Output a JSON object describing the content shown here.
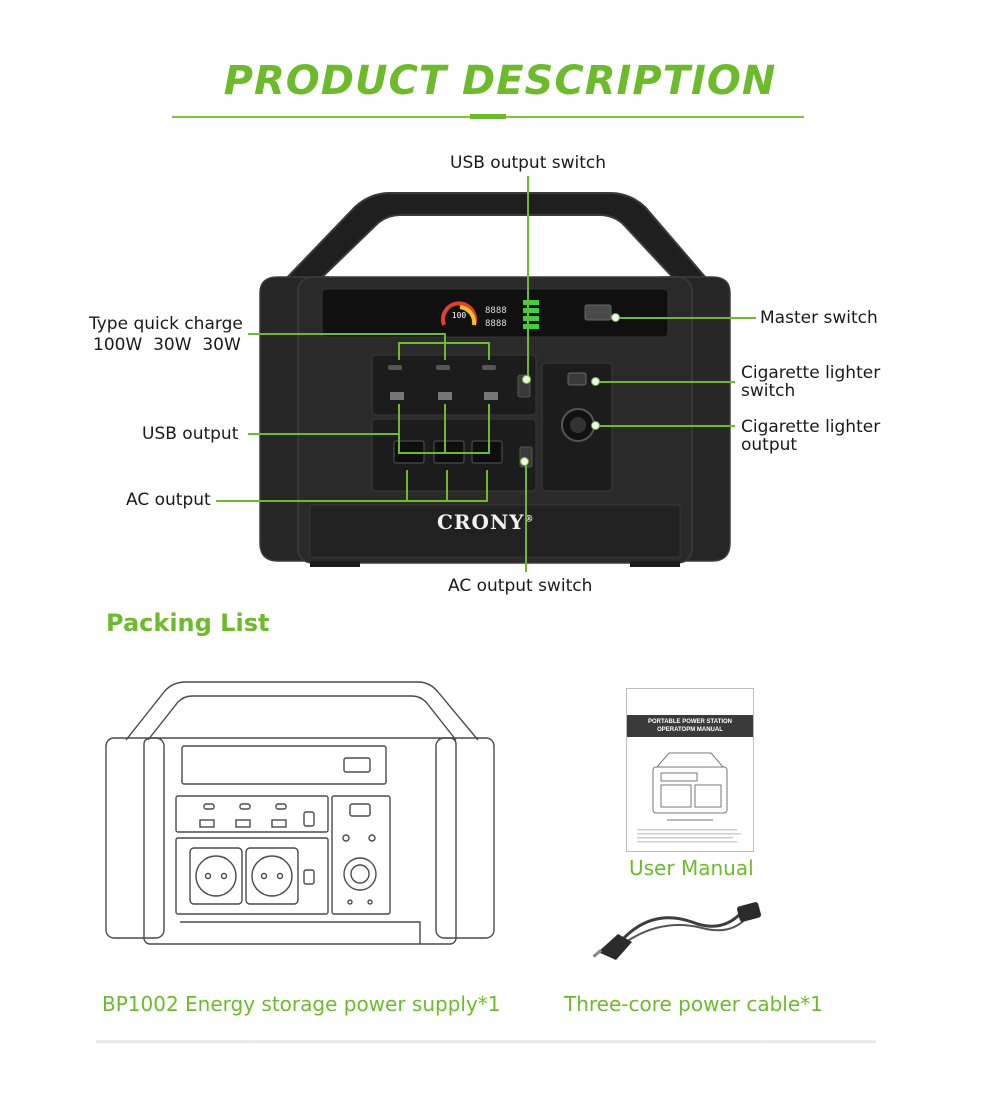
{
  "header": {
    "title": "PRODUCT DESCRIPTION"
  },
  "product": {
    "brand": "CRONY",
    "brand_mark": "®",
    "display_percent": "100",
    "display_digits": "8888"
  },
  "callouts": {
    "usb_output_switch": "USB output switch",
    "master_switch": "Master switch",
    "type_quick_charge_line1": "Type quick charge",
    "type_quick_charge_line2": "100W  30W  30W",
    "cigarette_lighter_switch_line1": "Cigarette lighter",
    "cigarette_lighter_switch_line2": "switch",
    "usb_output": "USB output",
    "cigarette_lighter_output_line1": "Cigarette lighter",
    "cigarette_lighter_output_line2": "output",
    "ac_output": "AC output",
    "ac_output_switch": "AC output switch"
  },
  "packing": {
    "heading": "Packing List",
    "manual_cover_title_line1": "PORTABLE POWER STATION",
    "manual_cover_title_line2": "OPERATOPM MANUAL",
    "items": [
      {
        "label": "User Manual"
      },
      {
        "label": "BP1002 Energy storage power supply*1"
      },
      {
        "label": "Three-core power cable*1"
      }
    ]
  },
  "colors": {
    "accent": "#6dbb2c",
    "device_body": "#232323",
    "text": "#1a1a1a"
  }
}
